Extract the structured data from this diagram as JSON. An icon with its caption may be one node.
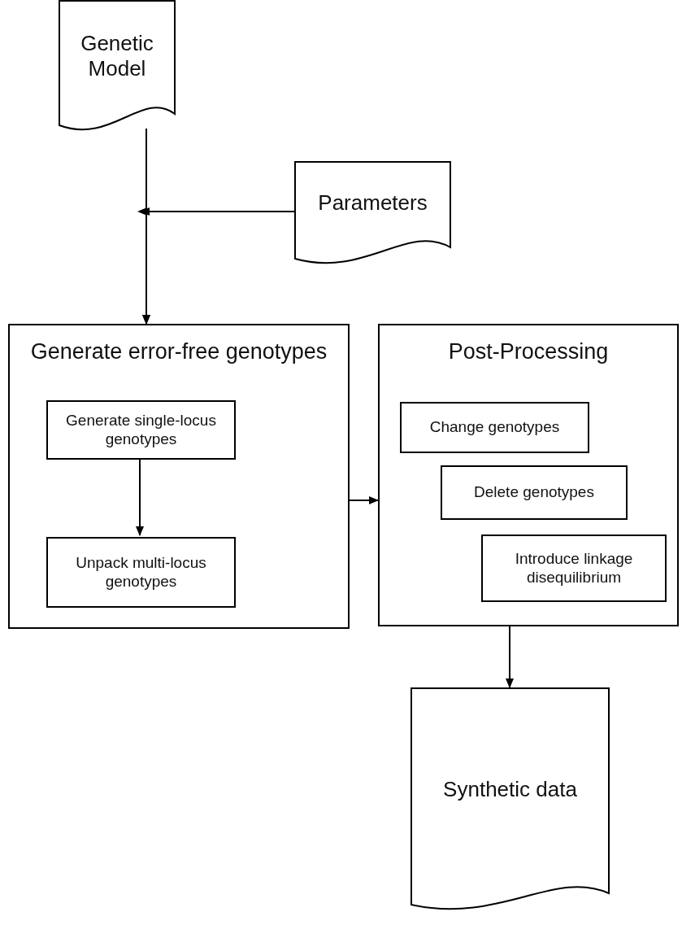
{
  "diagram": {
    "nodes": [
      {
        "text": [
          "Genetic Model"
        ]
      },
      {
        "text": [
          "Parameters"
        ]
      },
      {
        "text": [
          "Generate error-free genotypes"
        ]
      },
      {
        "text": [
          "Generate single-locus genotypes"
        ],
        "in": 2
      },
      {
        "text": [
          "Unpack multi-locus genotypes"
        ],
        "in": 2
      },
      {
        "text": [
          "Post-Processing"
        ]
      },
      {
        "text": [
          "Change genotypes"
        ],
        "in": 5
      },
      {
        "text": [
          "Delete genotypes"
        ],
        "in": 5
      },
      {
        "text": [
          "Introduce linkage disequilibrium"
        ],
        "in": 5
      },
      {
        "text": [
          "Synthetic data"
        ]
      }
    ],
    "edges": [
      {
        "from": 0,
        "to": 2,
        "arrow": "to"
      },
      {
        "from": 1,
        "to": 2,
        "arrow": "to"
      },
      {
        "from": 3,
        "to": 4,
        "arrow": "to"
      },
      {
        "from": 2,
        "to": 5,
        "arrow": "to"
      },
      {
        "from": 5,
        "to": 9,
        "arrow": "to"
      }
    ]
  }
}
